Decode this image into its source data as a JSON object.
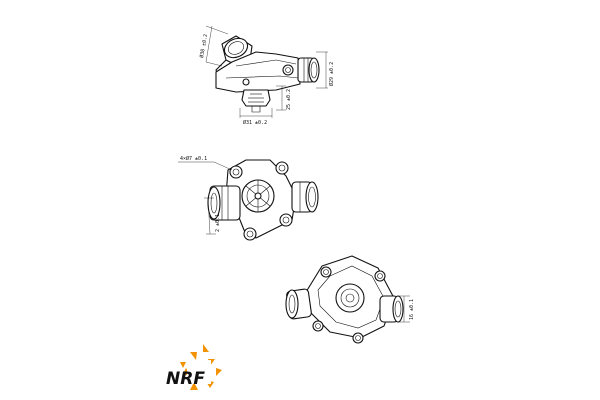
{
  "view_top": {
    "dims": [
      "Ø38 ±0.2",
      "Ø29 ±0.2",
      "25 ±0.2",
      "Ø31 ±0.2"
    ]
  },
  "view_front": {
    "dims": [
      "4×Ø7 ±0.1",
      "2 ±0.1"
    ]
  },
  "view_bottom": {
    "dims": [
      "16 ±0.1"
    ]
  },
  "logo": {
    "text": "NRF",
    "color_orange": "#f39200",
    "color_dark": "#111111",
    "icon": "nrf-pinwheel-logo"
  }
}
